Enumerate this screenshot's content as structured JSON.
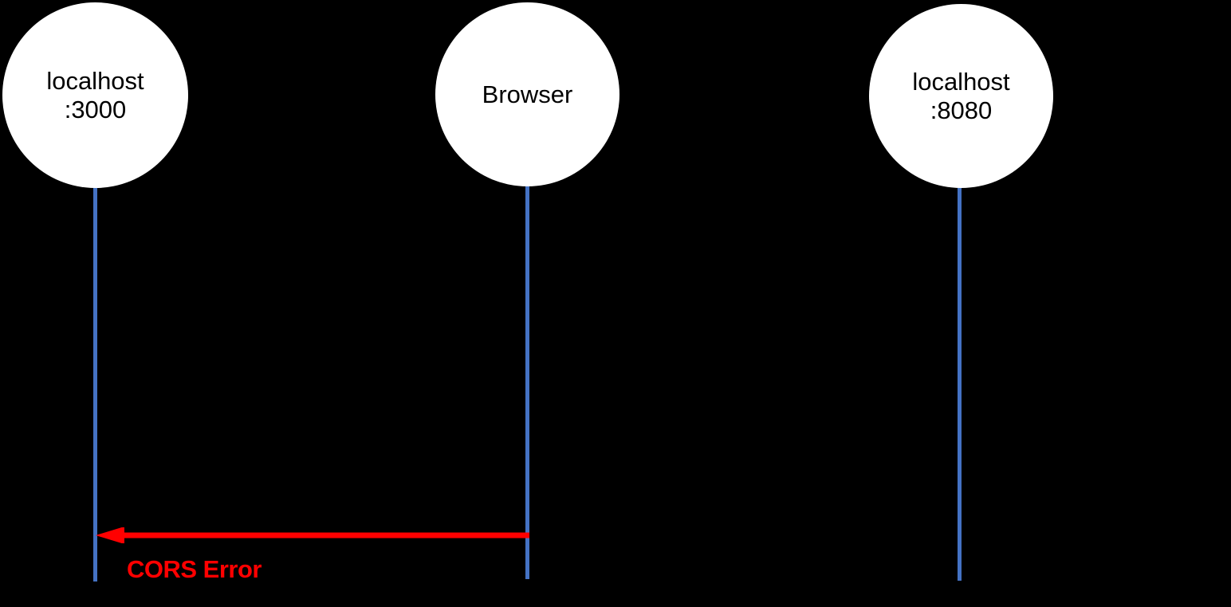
{
  "diagram": {
    "type": "sequence-diagram",
    "background_color": "#000000",
    "actor_fill": "#FFFFFF",
    "actor_text_color": "#000000",
    "lifeline_color": "#4472C4",
    "error_color": "#FF0000",
    "actors": [
      {
        "id": "client",
        "line1": "localhost",
        "line2": ":3000"
      },
      {
        "id": "browser",
        "line1": "Browser",
        "line2": ""
      },
      {
        "id": "server",
        "line1": "localhost",
        "line2": ":8080"
      }
    ],
    "hidden_captions": [
      {
        "id": "caption-0",
        "text": ""
      },
      {
        "id": "caption-1",
        "text": ""
      },
      {
        "id": "caption-2",
        "text": ""
      },
      {
        "id": "caption-3",
        "text": ""
      }
    ],
    "messages": [
      {
        "id": "cors-error",
        "label": "CORS Error",
        "from": "browser",
        "to": "client",
        "direction": "left",
        "color": "#FF0000",
        "style": "solid-arrow"
      }
    ]
  }
}
